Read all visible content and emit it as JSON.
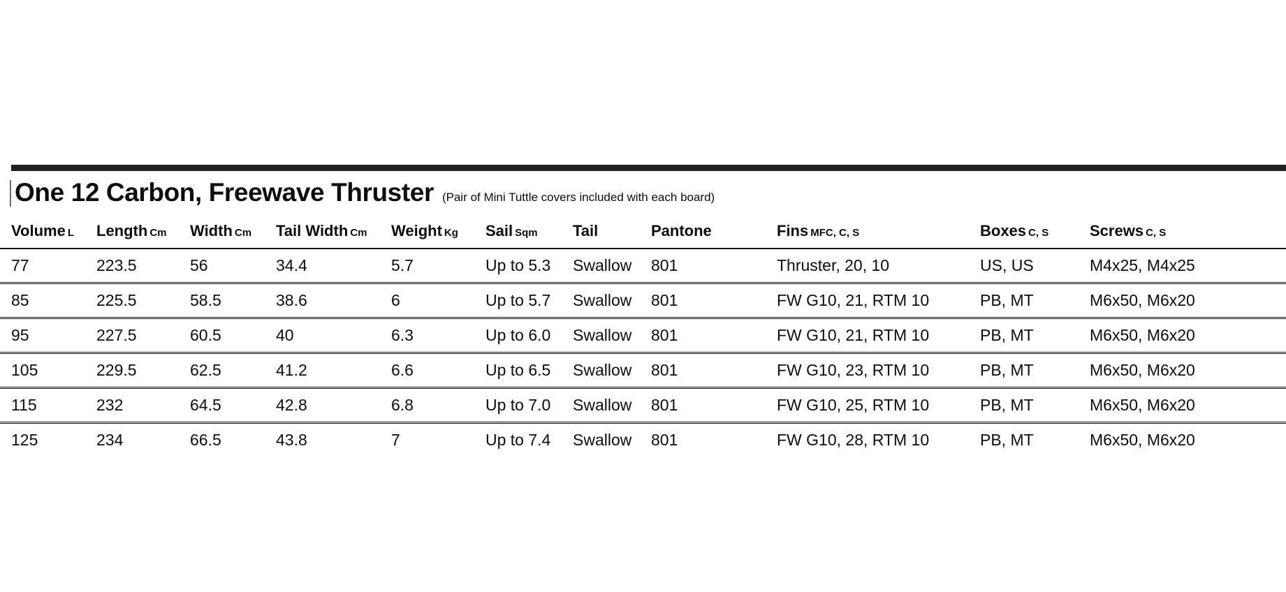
{
  "sheet": {
    "title": "One 12 Carbon, Freewave Thruster",
    "subtitle": "(Pair of Mini Tuttle covers included with each board)",
    "rule_color": "#232323",
    "text_color": "#0d0d0d",
    "background": "#ffffff"
  },
  "table": {
    "columns": [
      {
        "label": "Volume",
        "unit": "L"
      },
      {
        "label": "Length",
        "unit": "Cm"
      },
      {
        "label": "Width",
        "unit": "Cm"
      },
      {
        "label": "Tail Width",
        "unit": "Cm"
      },
      {
        "label": "Weight",
        "unit": "Kg"
      },
      {
        "label": "Sail",
        "unit": "Sqm"
      },
      {
        "label": "Tail",
        "unit": ""
      },
      {
        "label": "Pantone",
        "unit": ""
      },
      {
        "label": "Fins",
        "unit": "MFC, C, S"
      },
      {
        "label": "Boxes",
        "unit": "C, S"
      },
      {
        "label": "Screws",
        "unit": "C, S"
      }
    ],
    "rows": [
      {
        "volume": "77",
        "length": "223.5",
        "width": "56",
        "tail_width": "34.4",
        "weight": "5.7",
        "sail": "Up to 5.3",
        "tail": "Swallow",
        "pantone": "801",
        "fins": "Thruster, 20, 10",
        "boxes": "US, US",
        "screws": "M4x25, M4x25"
      },
      {
        "volume": "85",
        "length": "225.5",
        "width": "58.5",
        "tail_width": "38.6",
        "weight": "6",
        "sail": "Up to 5.7",
        "tail": "Swallow",
        "pantone": "801",
        "fins": "FW G10, 21, RTM 10",
        "boxes": "PB, MT",
        "screws": "M6x50, M6x20"
      },
      {
        "volume": "95",
        "length": "227.5",
        "width": "60.5",
        "tail_width": "40",
        "weight": "6.3",
        "sail": "Up to 6.0",
        "tail": "Swallow",
        "pantone": "801",
        "fins": "FW G10, 21, RTM 10",
        "boxes": "PB, MT",
        "screws": "M6x50, M6x20"
      },
      {
        "volume": "105",
        "length": "229.5",
        "width": "62.5",
        "tail_width": "41.2",
        "weight": "6.6",
        "sail": "Up to 6.5",
        "tail": "Swallow",
        "pantone": "801",
        "fins": "FW G10, 23, RTM 10",
        "boxes": "PB, MT",
        "screws": "M6x50, M6x20"
      },
      {
        "volume": "115",
        "length": "232",
        "width": "64.5",
        "tail_width": "42.8",
        "weight": "6.8",
        "sail": "Up to 7.0",
        "tail": "Swallow",
        "pantone": "801",
        "fins": "FW G10, 25, RTM 10",
        "boxes": "PB, MT",
        "screws": "M6x50, M6x20"
      },
      {
        "volume": "125",
        "length": "234",
        "width": "66.5",
        "tail_width": "43.8",
        "weight": "7",
        "sail": "Up to 7.4",
        "tail": "Swallow",
        "pantone": "801",
        "fins": "FW G10, 28, RTM 10",
        "boxes": "PB, MT",
        "screws": "M6x50, M6x20"
      }
    ]
  }
}
